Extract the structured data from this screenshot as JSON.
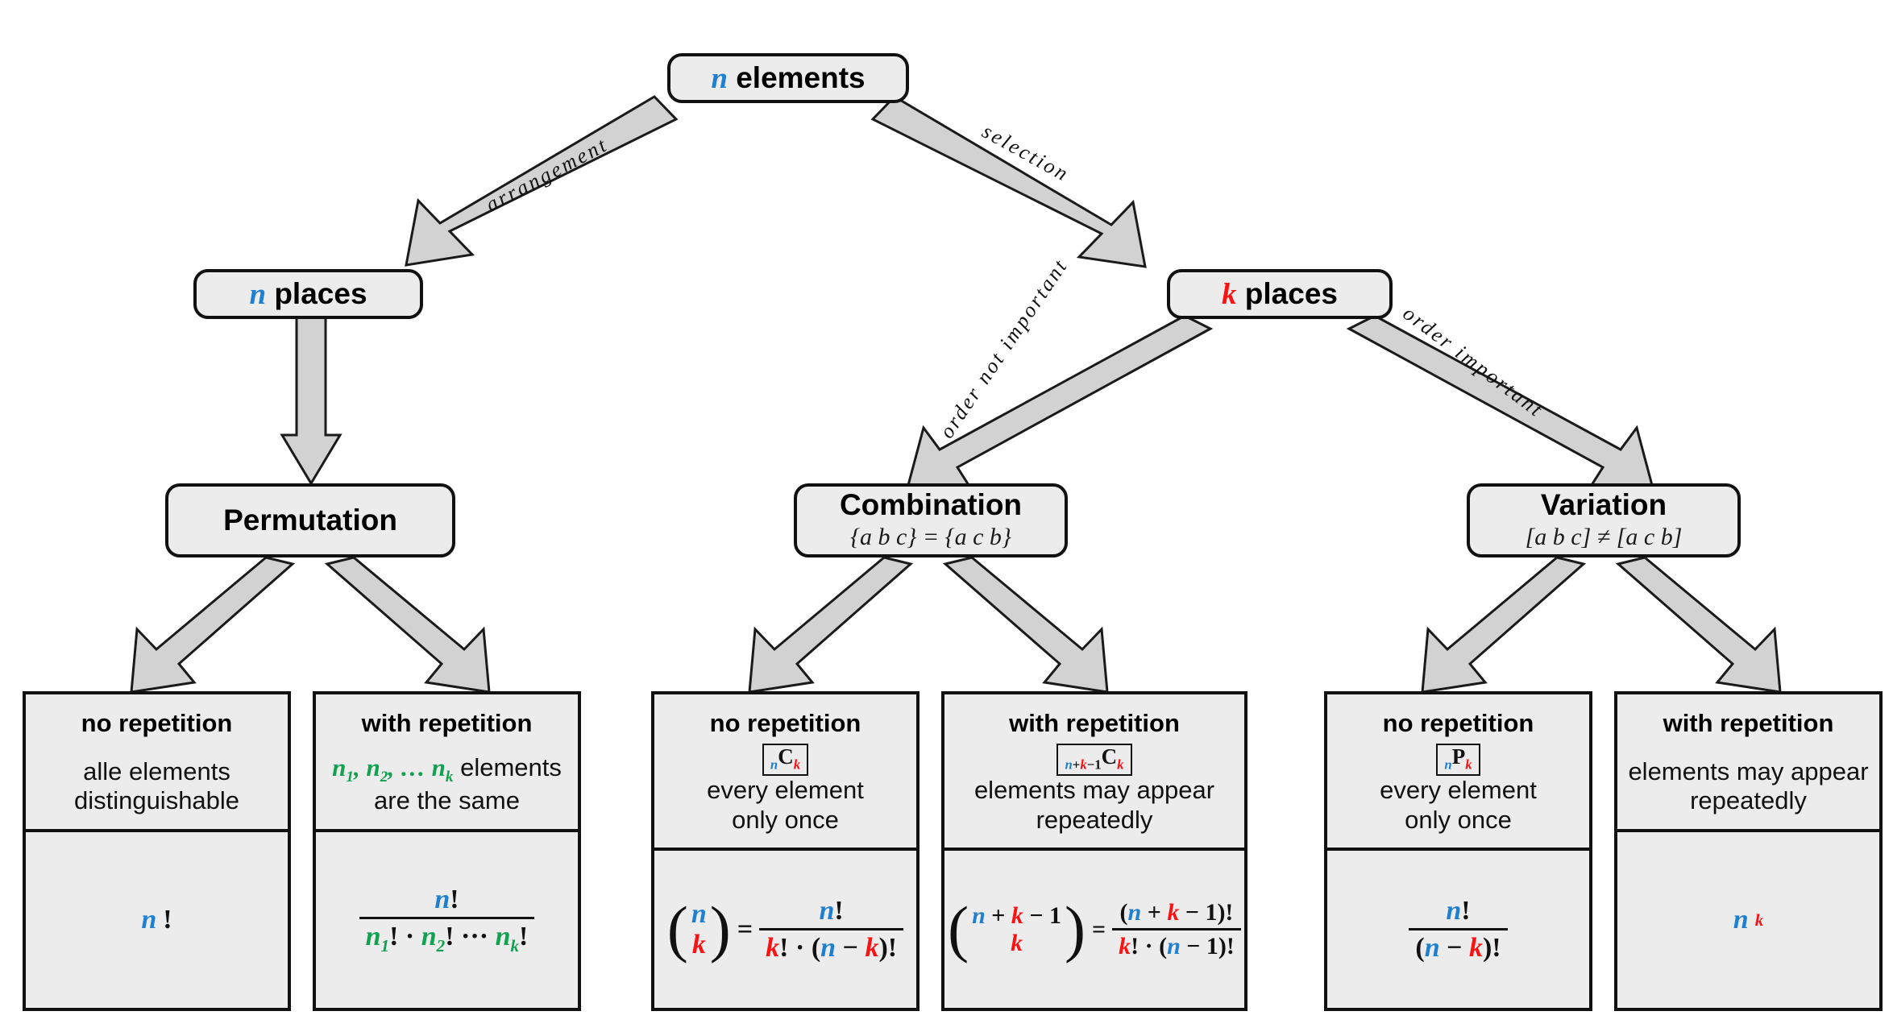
{
  "diagram": {
    "title": "Combinatorics decision tree",
    "colors": {
      "n_blue": "#1f7fd0",
      "k_red": "#fc1212",
      "green": "#12a150",
      "box_fill": "#ececec",
      "stroke": "#111111",
      "arrow_fill": "#d2d2d2"
    }
  },
  "nodes": {
    "root": {
      "var": "n",
      "label": "elements"
    },
    "n_places": {
      "var": "n",
      "label": "places"
    },
    "k_places": {
      "var": "k",
      "label": "places"
    },
    "permutation": {
      "title": "Permutation",
      "subtitle": ""
    },
    "combination": {
      "title": "Combination",
      "subtitle": "{a b c} = {a c b}"
    },
    "variation": {
      "title": "Variation",
      "subtitle": "[a b c] ≠ [a c b]"
    }
  },
  "edges": {
    "arrangement": "arrangement",
    "selection": "selection",
    "order_not_important": "order not important",
    "order_important": "order important"
  },
  "leaves": [
    {
      "id": "perm-no-rep",
      "head": "no repetition",
      "notation": null,
      "desc_line1": "alle elements",
      "desc_line2": "distinguishable",
      "formula": "n!"
    },
    {
      "id": "perm-with-rep",
      "head": "with repetition",
      "notation": null,
      "desc_line1": "n₁, n₂, … nₖ elements",
      "desc_line2": "are the same",
      "formula_numerator": "n!",
      "formula_denominator": "n₁! · n₂! ⋯ nₖ!"
    },
    {
      "id": "comb-no-rep",
      "head": "no repetition",
      "notation": "nCk",
      "notation_parts": {
        "pre": "n",
        "letter": "C",
        "post": "k"
      },
      "desc_line1": "every element",
      "desc_line2": "only once",
      "binomial_top": "n",
      "binomial_bottom": "k",
      "formula_numerator": "n!",
      "formula_denominator": "k! · (n − k)!"
    },
    {
      "id": "comb-with-rep",
      "head": "with repetition",
      "notation": "n+k−1Ck",
      "notation_parts": {
        "pre": "n+k−1",
        "letter": "C",
        "post": "k"
      },
      "desc_line1": "elements may appear",
      "desc_line2": "repeatedly",
      "binomial_top": "n + k − 1",
      "binomial_bottom": "k",
      "formula_numerator": "(n + k − 1)!",
      "formula_denominator": "k! · (n − 1)!"
    },
    {
      "id": "var-no-rep",
      "head": "no repetition",
      "notation": "nPk",
      "notation_parts": {
        "pre": "n",
        "letter": "P",
        "post": "k"
      },
      "desc_line1": "every element",
      "desc_line2": "only once",
      "formula_numerator": "n!",
      "formula_denominator": "(n − k)!"
    },
    {
      "id": "var-with-rep",
      "head": "with repetition",
      "notation": null,
      "desc_line1": "elements may appear",
      "desc_line2": "repeatedly",
      "formula": "nᵏ"
    }
  ]
}
